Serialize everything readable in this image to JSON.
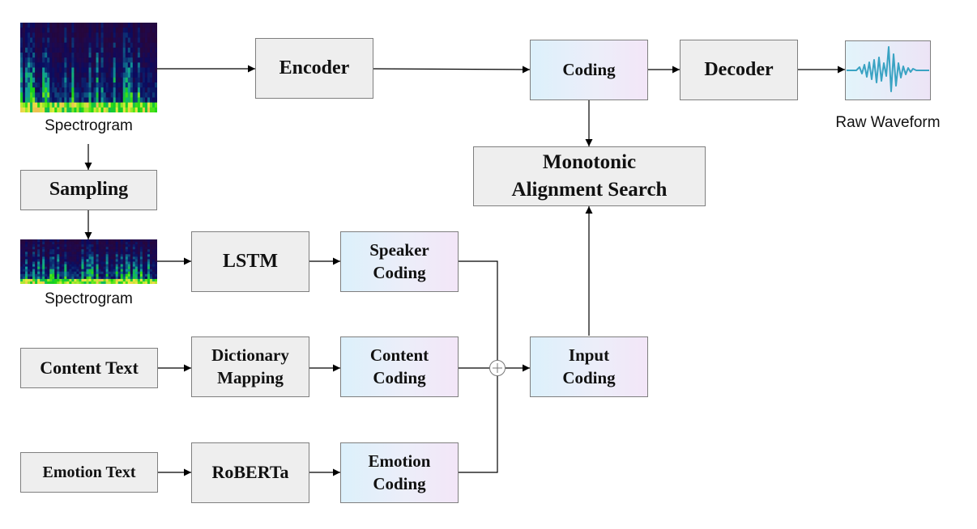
{
  "nodes": {
    "encoder": "Encoder",
    "coding": "Coding",
    "decoder": "Decoder",
    "sampling": "Sampling",
    "mas": "Monotonic\nAlignment Search",
    "lstm": "LSTM",
    "speaker_coding": "Speaker\nCoding",
    "content_text": "Content Text",
    "dictionary_mapping": "Dictionary\nMapping",
    "content_coding": "Content\nCoding",
    "input_coding": "Input\nCoding",
    "emotion_text": "Emotion Text",
    "roberta": "RoBERTa",
    "emotion_coding": "Emotion\nCoding"
  },
  "captions": {
    "spectrogram_top": "Spectrogram",
    "spectrogram_bottom": "Spectrogram",
    "raw_waveform": "Raw Waveform"
  },
  "colors": {
    "box_fill": "#eeeeee",
    "coding_gradient": [
      "#dcf0fb",
      "#f3e6f8"
    ],
    "waveform": "#3aa3c3",
    "spectrogram_hot": "#f6a13a",
    "spectrogram_cold": "#1a0b3a"
  },
  "icons": {
    "sum_node": "plus-circle-icon"
  }
}
